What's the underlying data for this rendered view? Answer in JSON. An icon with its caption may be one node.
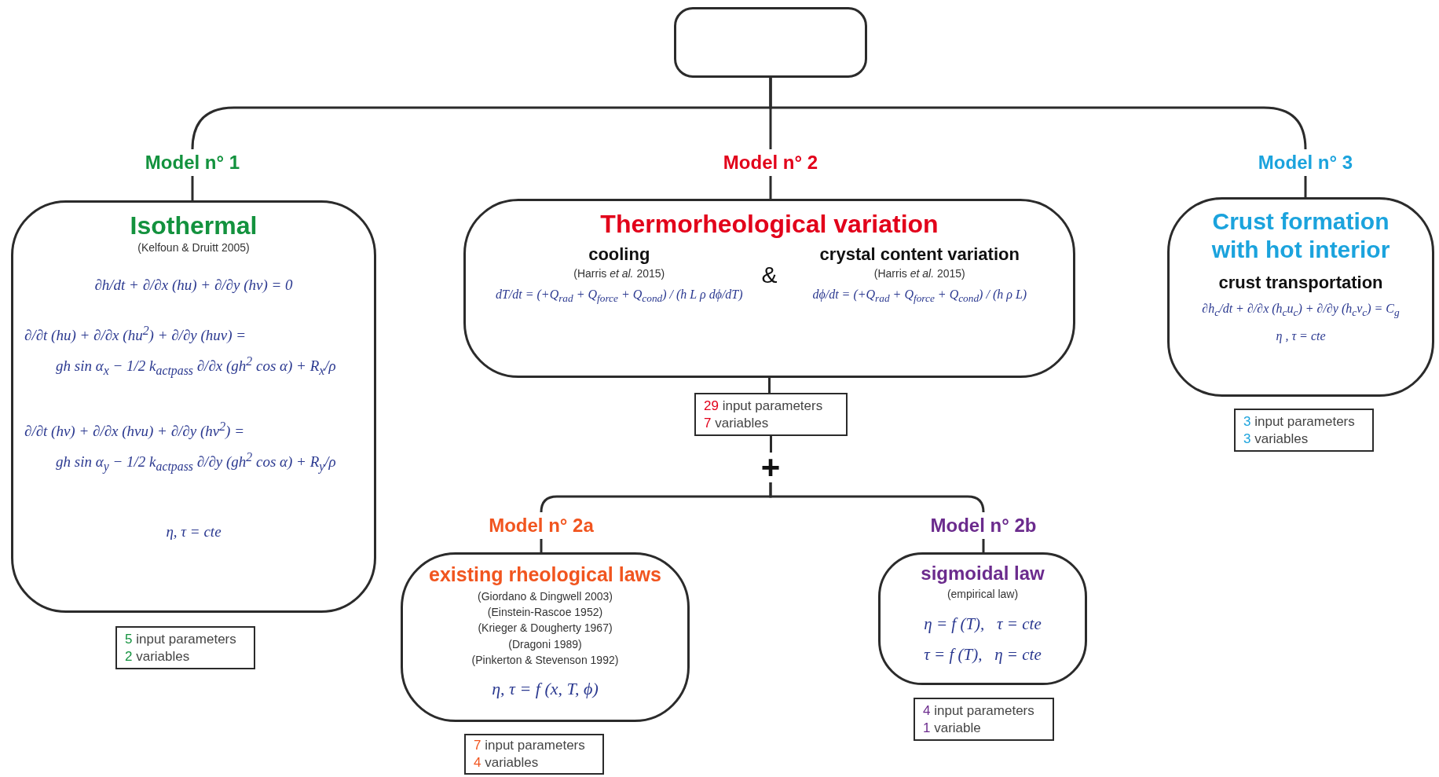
{
  "diagram": {
    "nodes": [
      {
        "text": [],
        "shape": "box"
      },
      {
        "text": [
          "Model n° 1"
        ]
      },
      {
        "text": [
          "Isothermal",
          "(Kelfoun & Druitt 2005)",
          "∂h/dt + ∂/∂x (hu) + ∂/∂y (hv) = 0",
          "∂/∂t (hu) + ∂/∂x (hu$^{2}$) + ∂/∂y (huv) =",
          "gh sin α$_{x}$ − 1/2 k$_{actpass}$ ∂/∂x (gh$^{2}$ cos α) + R$_{x}$/ρ",
          "∂/∂t (hv) + ∂/∂x (hvu) + ∂/∂y (hv$^{2}$) =",
          "gh sin α$_{y}$ − 1/2 k$_{actpass}$ ∂/∂y (gh$^{2}$ cos α) + R$_{y}$/ρ",
          "η, τ = cte"
        ]
      },
      {
        "text": [
          "5 input parameters",
          "2 variables"
        ]
      },
      {
        "text": [
          "Model n° 2"
        ]
      },
      {
        "text": [
          "Thermorheological variation",
          "cooling",
          "(Harris *et al.* 2015)",
          "dT/dt = (+Q$_{rad}$ + Q$_{force}$ + Q$_{cond}$) / (h L ρ dϕ/dT)",
          "&",
          "crystal content variation",
          "(Harris *et al.* 2015)",
          "dϕ/dt = (+Q$_{rad}$ + Q$_{force}$ + Q$_{cond}$) / (h ρ L)"
        ]
      },
      {
        "text": [
          "29 input parameters",
          "7 variables"
        ]
      },
      {
        "text": [
          "+"
        ]
      },
      {
        "text": [
          "Model n° 2a"
        ]
      },
      {
        "text": [
          "existing rheological laws",
          "(Giordano & Dingwell 2003)",
          "(Einstein-Rascoe 1952)",
          "(Krieger & Dougherty 1967)",
          "(Dragoni 1989)",
          "(Pinkerton & Stevenson 1992)",
          "η, τ = f (x, T, ϕ)"
        ]
      },
      {
        "text": [
          "7 input parameters",
          "4 variables"
        ]
      },
      {
        "text": [
          "Model n° 2b"
        ]
      },
      {
        "text": [
          "sigmoidal law",
          "(empirical law)",
          "η = f (T),   τ = cte",
          "τ = f (T),   η = cte"
        ]
      },
      {
        "text": [
          "4 input parameters",
          "1 variable"
        ]
      },
      {
        "text": [
          "Model n° 3"
        ]
      },
      {
        "text": [
          "Crust formation with hot interior",
          "crust transportation",
          "∂h$_{c}$/dt + ∂/∂x (h$_{c}$u$_{c}$) + ∂/∂y (h$_{c}$v$_{c}$) = C$_{g}$",
          "η , τ = cte"
        ]
      },
      {
        "text": [
          "3 input parameters",
          "3 variables"
        ]
      }
    ],
    "edges": [
      {
        "from": 0,
        "to": 1,
        "arrow": "none"
      },
      {
        "from": 0,
        "to": 4,
        "arrow": "none"
      },
      {
        "from": 0,
        "to": 14,
        "arrow": "none"
      },
      {
        "from": 1,
        "to": 2,
        "arrow": "none"
      },
      {
        "from": 4,
        "to": 5,
        "arrow": "none"
      },
      {
        "from": 14,
        "to": 15,
        "arrow": "none"
      },
      {
        "from": 5,
        "to": 6,
        "arrow": "none"
      },
      {
        "from": 6,
        "to": 7,
        "arrow": "none"
      },
      {
        "from": 7,
        "to": 8,
        "arrow": "none"
      },
      {
        "from": 7,
        "to": 11,
        "arrow": "none"
      },
      {
        "from": 8,
        "to": 9,
        "arrow": "none"
      },
      {
        "from": 11,
        "to": 12,
        "arrow": "none"
      }
    ]
  }
}
